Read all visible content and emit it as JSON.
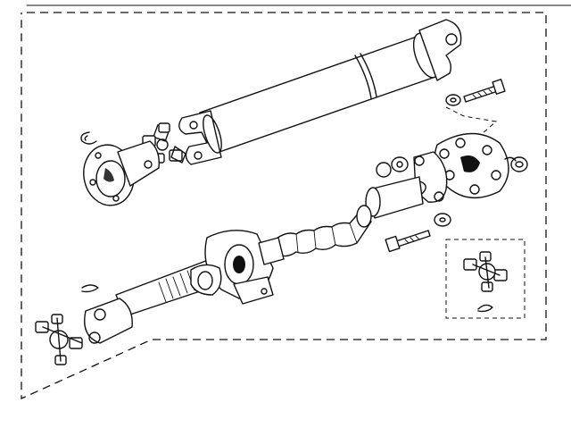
{
  "diagram": {
    "type": "exploded-parts-drawing",
    "subject": "propeller-shaft-assembly",
    "parts": [
      {
        "id": "front-propshaft-tube",
        "icon": "propshaft-tube"
      },
      {
        "id": "front-flange-yoke",
        "icon": "flange-yoke"
      },
      {
        "id": "front-universal-joint",
        "icon": "universal-joint"
      },
      {
        "id": "front-circlip",
        "icon": "circlip"
      },
      {
        "id": "rear-propshaft-splined",
        "icon": "splined-shaft"
      },
      {
        "id": "center-support-bearing",
        "icon": "center-bearing"
      },
      {
        "id": "rubber-flexible-coupling",
        "icon": "flex-coupling"
      },
      {
        "id": "coupling-flange",
        "icon": "flange"
      },
      {
        "id": "bolt",
        "icon": "bolt"
      },
      {
        "id": "washer",
        "icon": "washer"
      },
      {
        "id": "nut",
        "icon": "nut"
      },
      {
        "id": "rear-universal-joint",
        "icon": "universal-joint"
      },
      {
        "id": "rear-circlip",
        "icon": "circlip"
      },
      {
        "id": "ujoint-kit-detail",
        "icon": "universal-joint"
      }
    ],
    "colors": {
      "ink": "#111111",
      "paper": "#ffffff"
    }
  }
}
